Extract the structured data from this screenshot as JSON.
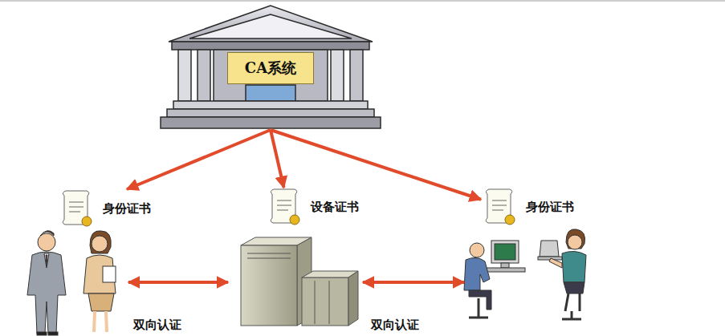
{
  "diagram": {
    "nodes": [
      {
        "text": [
          "CA系统"
        ]
      },
      {
        "text": [
          "身份证书"
        ]
      },
      {
        "text": [
          "设备证书"
        ]
      },
      {
        "text": [
          "身份证书"
        ]
      }
    ],
    "edges": [
      {
        "from": 0,
        "to": 1,
        "arrow": "to"
      },
      {
        "from": 0,
        "to": 2,
        "arrow": "to"
      },
      {
        "from": 0,
        "to": 3,
        "arrow": "to"
      }
    ],
    "labels": [
      "双向认证",
      "双向认证"
    ]
  }
}
